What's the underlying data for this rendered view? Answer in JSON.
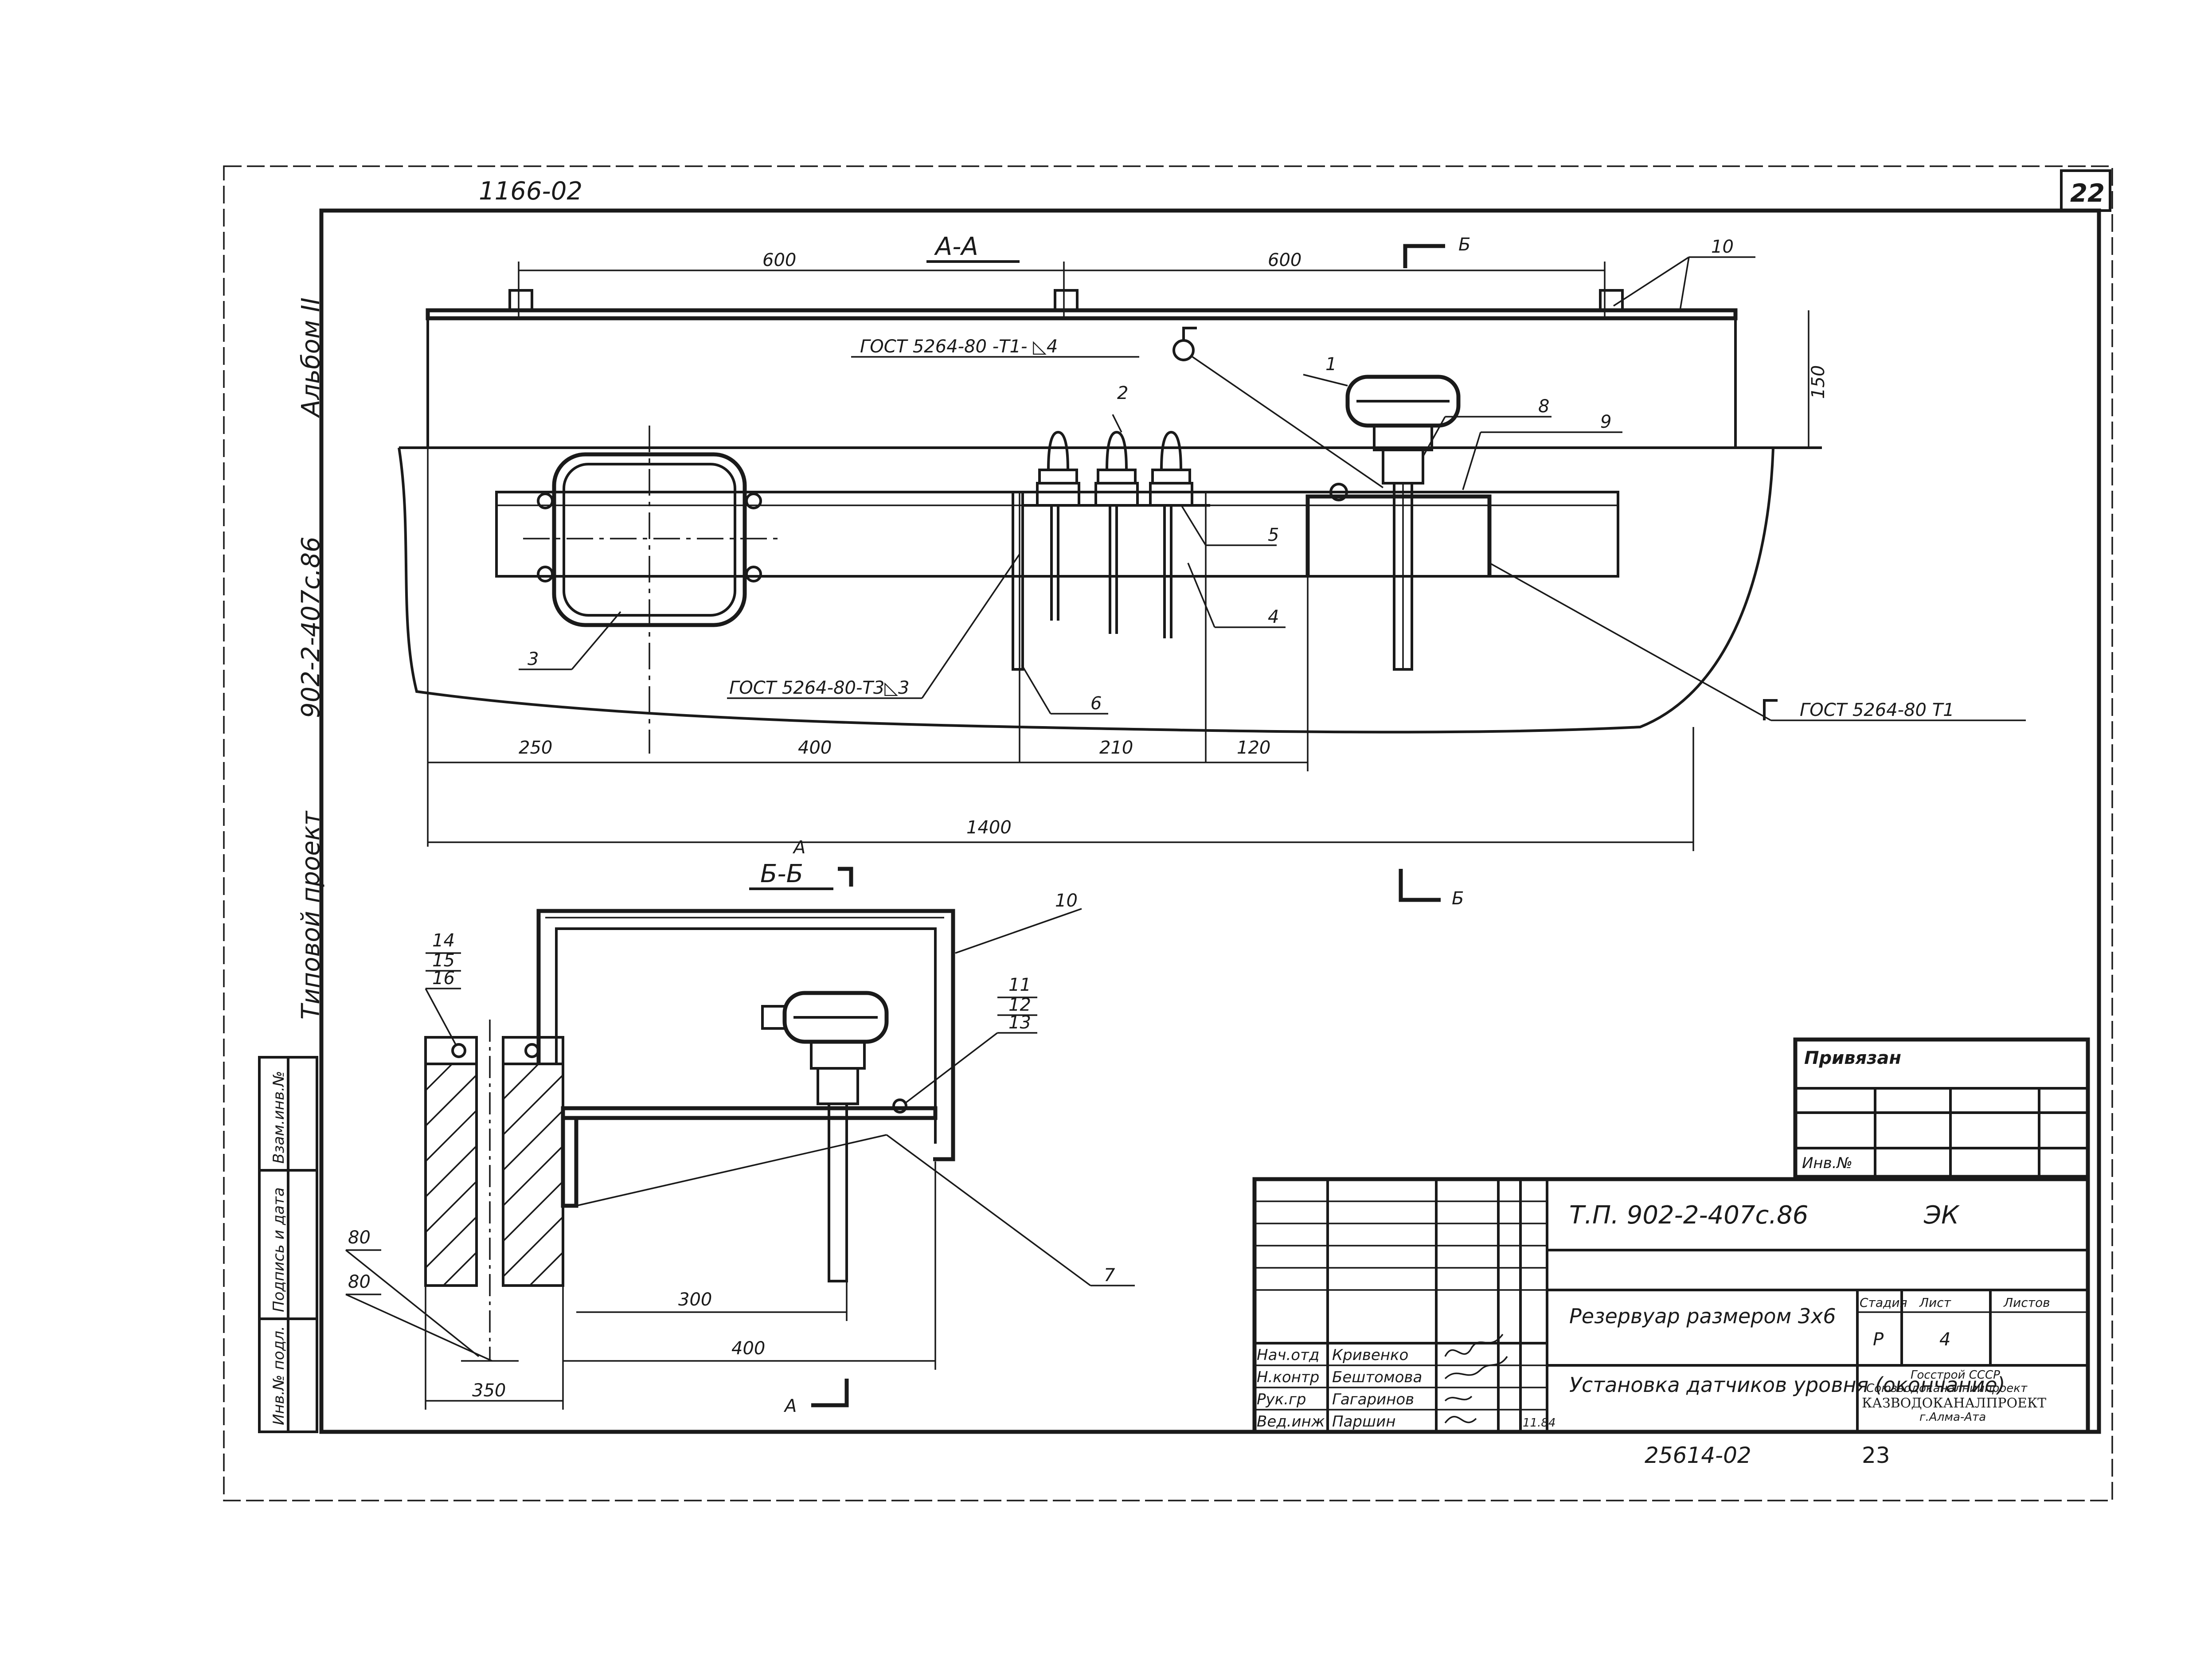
{
  "sheet": {
    "top_code": "1166-02",
    "page_number": "22",
    "bottom_code": "25614-02",
    "bottom_sheet": "23"
  },
  "side_labels": {
    "album": "Альбом II",
    "project_code": "902-2-407с.86",
    "typical": "Типовой проект",
    "inv_orig": "Инв.№ подл.",
    "sign_date": "Подпись и дата",
    "vzam_inv": "Взам.инв.№"
  },
  "section_aa": {
    "title": "А-А",
    "cut_label": "Б",
    "dims_top": [
      "600",
      "600"
    ],
    "dim_height": "150",
    "dims_bottom": [
      "250",
      "400",
      "210",
      "120"
    ],
    "dim_total": "1400",
    "weld_top": "ГОСТ 5264-80 -Т1- ◺4",
    "weld_left": "ГОСТ 5264-80-Т3◺3",
    "weld_right": "ГОСТ 5264-80 Т1",
    "callouts": [
      "1",
      "2",
      "3",
      "4",
      "5",
      "6",
      "8",
      "9",
      "10"
    ]
  },
  "section_bb": {
    "title": "Б-Б",
    "cut_label": "А",
    "callouts_left": [
      "14",
      "15",
      "16"
    ],
    "callouts_right": [
      "11",
      "12",
      "13"
    ],
    "callout_10": "10",
    "callout_7": "7",
    "dims": [
      "80",
      "80",
      "350",
      "300",
      "400"
    ]
  },
  "privyazan": {
    "title": "Привязан",
    "inv_label": "Инв.№"
  },
  "title_block": {
    "designation": "Т.П. 902-2-407с.86",
    "mark": "ЭК",
    "object": "Резервуар размером 3х6",
    "sheet_title": "Установка датчиков уровня (окончание)",
    "stage_header": "Стадия",
    "sheet_header": "Лист",
    "sheets_header": "Листов",
    "stage": "Р",
    "sheet_no": "4",
    "org_line1": "Госстрой СССР",
    "org_line2": "Союзводоканалниипроект",
    "org_line3": "КАЗВОДОКАНАЛПРОЕКТ",
    "org_line4": "г.Алма-Ата",
    "date": "11.84",
    "staff": [
      {
        "role": "Нач.отд",
        "name": "Кривенко"
      },
      {
        "role": "Н.контр",
        "name": "Бештомова"
      },
      {
        "role": "Рук.гр",
        "name": "Гагаринов"
      },
      {
        "role": "Вед.инж",
        "name": "Паршин"
      }
    ]
  }
}
